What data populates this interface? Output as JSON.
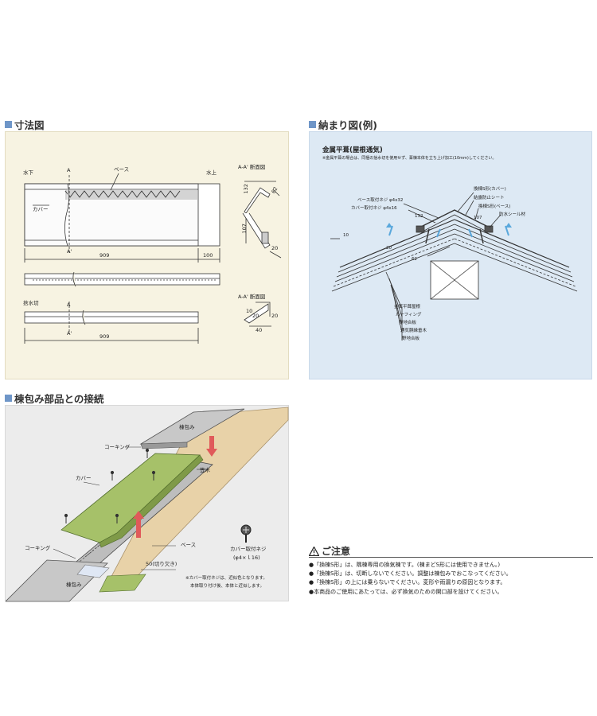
{
  "dimension_section": {
    "title": "寸法図",
    "labels": {
      "mizushita": "水下",
      "mizukami": "水上",
      "base": "ベース",
      "cover": "カバー",
      "section_aa_1": "A-A' 断面図",
      "section_aa_2": "A-A' 断面図",
      "a_top": "A",
      "a_bottom": "A'",
      "a_top2": "A",
      "a_bottom2": "A'",
      "water_cut": "捨水切",
      "len_909": "909",
      "len_100": "100",
      "len_909b": "909",
      "d132": "132",
      "d62": "62",
      "d107": "107",
      "d20": "20",
      "d10": "10",
      "d20b": "20",
      "d20c": "20",
      "d40": "40"
    }
  },
  "install_section": {
    "title": "納まり図(例)",
    "subtitle": "金属平葺(屋根通気)",
    "note": "※金属平葺の場合は、同梱の捨水切を使用せず、葺棟本体を立ち上げ加工(10mm)してください。",
    "labels": {
      "cover_s": "換棟S形(カバー)",
      "anti_shrink": "結露防止シート",
      "base_s": "換棟S形(ベース)",
      "seal": "防水シール材",
      "base_screw": "ベース取付ネジ φ4x32",
      "cover_screw": "カバー取付ネジ φ4x16",
      "d132": "132",
      "d107": "107",
      "d20": "20",
      "d62": "62",
      "d10": "10",
      "metal_roof": "金属平葺屋根",
      "roofing": "ルーフィング",
      "sheathing": "野地合板",
      "ventilation": "通気胴縁垂木",
      "sheathing2": "野地合板"
    }
  },
  "connection_section": {
    "title": "棟包み部品との接続",
    "labels": {
      "munazutsumi_top": "棟包み",
      "caulking_top": "コーキング",
      "cover": "カバー",
      "kasagi": "笠木",
      "base": "ベース",
      "caulking_left": "コーキング",
      "munazutsumi_bottom": "棟包み",
      "cut_50": "50(切り欠き)",
      "screw_label": "カバー取付ネジ",
      "screw_size": "(φ4×ｌ16)",
      "note_line1": "※カバー取付ネジは、近似色となります。",
      "note_line2": "本体取り付け後、本体と近似します。"
    }
  },
  "caution_section": {
    "title": "ご注意",
    "items": [
      "●「換棟S形」は、隅棟専用の換気棟です。(棟まどS形には使用できません。)",
      "●「換棟S形」は、切断しないでください。調整は棟包みでおこなってください。",
      "●「換棟S形」の上には乗らないでください。変形や雨漏りの原因となります。",
      "●本商品のご使用にあたっては、必ず換気のための開口部を設けてください。"
    ]
  },
  "colors": {
    "section_marker": "#6f96c8",
    "dim_bg": "#f7f3e2",
    "install_bg": "#dde9f4",
    "conn_bg": "#ececec",
    "cover_green": "#a6c169",
    "wood": "#e8d2a8",
    "arrow_red": "#e05a5a",
    "arrow_blue": "#5aa8dc"
  }
}
